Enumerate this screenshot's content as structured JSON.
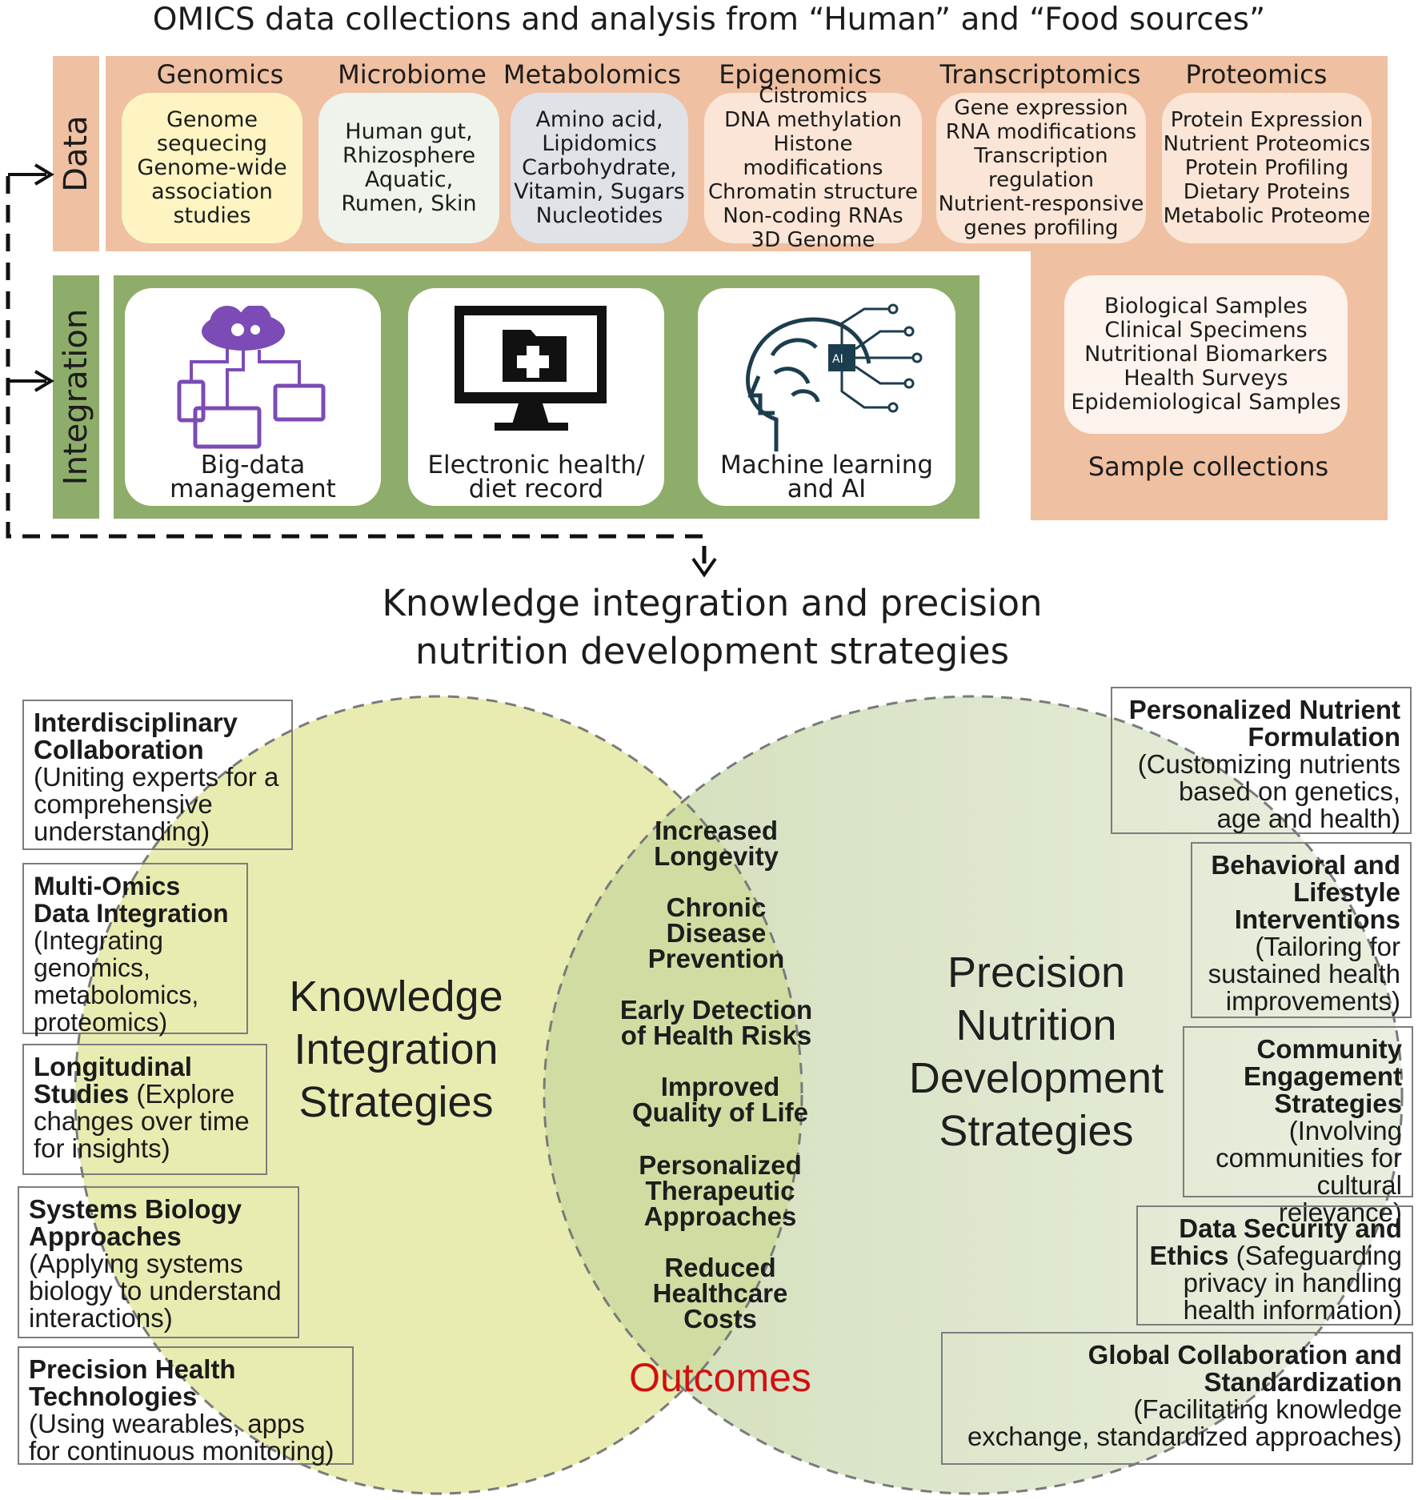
{
  "title": "OMICS data collections and analysis from “Human” and “Food sources”",
  "data_label": "Data",
  "integration_label": "Integration",
  "columns": [
    {
      "heading": "Genomics",
      "items": "Genome\nsequecing\nGenome-wide\nassociation\nstudies",
      "color": "#fdf4c2"
    },
    {
      "heading": "Microbiome",
      "items": "Human gut,\nRhizosphere\nAquatic,\nRumen, Skin",
      "color": "#eef3ec"
    },
    {
      "heading": "Metabolomics",
      "items": "Amino acid,\nLipidomics\nCarbohydrate,\nVitamin, Sugars\nNucleotides",
      "color": "#dfe3e8"
    },
    {
      "heading": "Epigenomics",
      "items": "Cistromics\nDNA methylation\nHistone modifications\nChromatin structure\nNon-coding RNAs\n3D Genome",
      "color": "#fbe5d6"
    },
    {
      "heading": "Transcriptomics",
      "items": "Gene expression\nRNA modifications\nTranscription\nregulation\nNutrient-responsive\ngenes profiling",
      "color": "#fbe5d6"
    },
    {
      "heading": "Proteomics",
      "items": "Protein Expression\nNutrient Proteomics\nProtein Profiling\nDietary Proteins\nMetabolic Proteome",
      "color": "#fbe5d6"
    }
  ],
  "integration_cards": [
    {
      "label": "Big-data\nmanagement",
      "icon": "cloud-devices-icon"
    },
    {
      "label": "Electronic health/\ndiet record",
      "icon": "monitor-medical-icon"
    },
    {
      "label": "Machine learning\nand AI",
      "icon": "ai-brain-head-icon"
    }
  ],
  "sample_box": "Biological Samples\nClinical Specimens\nNutritional Biomarkers\nHealth Surveys\nEpidemiological Samples",
  "sample_caption": "Sample collections",
  "section_title": "Knowledge integration and precision\nnutrition development strategies",
  "left_circle": "Knowledge\nIntegration\nStrategies",
  "right_circle": "Precision\nNutrition\nDevelopment\nStrategies",
  "outcomes": [
    "Increased\nLongevity",
    "Chronic\nDisease\nPrevention",
    "Early Detection\nof Health Risks",
    "Improved\nQuality of Life",
    "Personalized\nTherapeutic\nApproaches",
    "Reduced\nHealthcare\nCosts"
  ],
  "outcomes_label": "Outcomes",
  "left_boxes": [
    {
      "title": "Interdisciplinary\nCollaboration",
      "desc": "\n(Uniting experts for a\ncomprehensive\nunderstanding)"
    },
    {
      "title": "Multi-Omics\nData Integration",
      "desc": "\n(Integrating\ngenomics,\nmetabolomics,\nproteomics)"
    },
    {
      "title": "Longitudinal\nStudies",
      "desc": " (Explore\nchanges over time\nfor insights)"
    },
    {
      "title": "Systems Biology\nApproaches",
      "desc": "\n(Applying systems\nbiology to understand\ninteractions)"
    },
    {
      "title": "Precision Health\nTechnologies",
      "desc": "\n(Using wearables, apps\nfor continuous monitoring)"
    }
  ],
  "right_boxes": [
    {
      "title": "Personalized Nutrient\nFormulation",
      "desc": "\n(Customizing nutrients\nbased on genetics,\nage and health)"
    },
    {
      "title": "Behavioral and\nLifestyle\nInterventions",
      "desc": "\n(Tailoring for\nsustained health\nimprovements)"
    },
    {
      "title": "Community\nEngagement\nStrategies",
      "desc": "\n(Involving\ncommunities for\ncultural relevance)"
    },
    {
      "title": "Data Security and\nEthics",
      "desc": " (Safeguarding\nprivacy in handling\nhealth information)"
    },
    {
      "title": "Global Collaboration and\nStandardization",
      "desc": "\n(Facilitating knowledge\nexchange, standardized approaches)"
    }
  ],
  "colors": {
    "band": "#efc0a1",
    "integration": "#8ead6a",
    "left_circle": "#e9ecb0",
    "right_circle": "#d6e2c4",
    "overlap": "#d0dda2",
    "outcomes_label": "#d01010"
  }
}
